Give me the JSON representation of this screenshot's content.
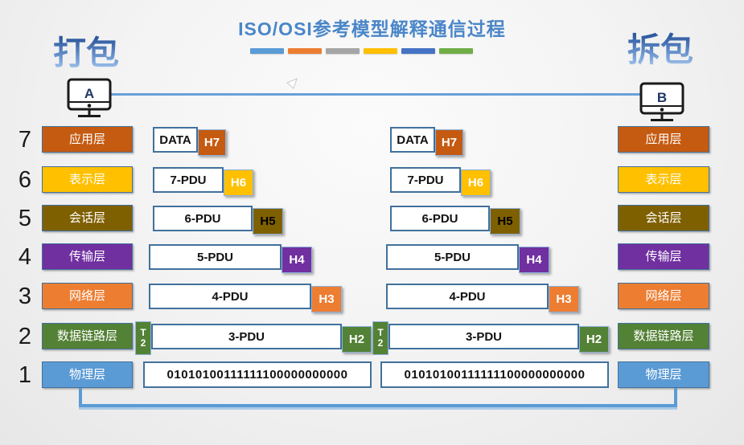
{
  "title": "ISO/OSI参考模型解释通信过程",
  "captions": {
    "left": "打包",
    "right": "拆包"
  },
  "hosts": {
    "a": "A",
    "b": "B"
  },
  "theme": {
    "title_blue": "#4a86c8",
    "connector_blue": "#5b9bd5",
    "dashes": [
      "#5B9BD5",
      "#ED7D31",
      "#A5A5A5",
      "#FFC000",
      "#4472C4",
      "#70AD47"
    ]
  },
  "layers": [
    {
      "num": "7",
      "name": "应用层",
      "color": "#C55A11"
    },
    {
      "num": "6",
      "name": "表示层",
      "color": "#FFC000"
    },
    {
      "num": "5",
      "name": "会话层",
      "color": "#7F6000"
    },
    {
      "num": "4",
      "name": "传输层",
      "color": "#7030A0"
    },
    {
      "num": "3",
      "name": "网络层",
      "color": "#ED7D31"
    },
    {
      "num": "2",
      "name": "数据链路层",
      "color": "#538135"
    },
    {
      "num": "1",
      "name": "物理层",
      "color": "#5B9BD5"
    }
  ],
  "pdu": {
    "rows": [
      {
        "label": "DATA",
        "header": "H7",
        "header_color": "#C55A11",
        "header_text": "#FFFFFF"
      },
      {
        "label": "7-PDU",
        "header": "H6",
        "header_color": "#FFC000",
        "header_text": "#FFFFFF"
      },
      {
        "label": "6-PDU",
        "header": "H5",
        "header_color": "#7F6000",
        "header_text": "#000000"
      },
      {
        "label": "5-PDU",
        "header": "H4",
        "header_color": "#7030A0",
        "header_text": "#FFFFFF"
      },
      {
        "label": "4-PDU",
        "header": "H3",
        "header_color": "#ED7D31",
        "header_text": "#FFFFFF"
      },
      {
        "label": "3-PDU",
        "header": "H2",
        "header_color": "#538135",
        "header_text": "#FFFFFF",
        "trailer_top": "T",
        "trailer_bottom": "2",
        "trailer_color": "#538135"
      },
      {
        "label": "01010100111111100000000000"
      }
    ]
  }
}
